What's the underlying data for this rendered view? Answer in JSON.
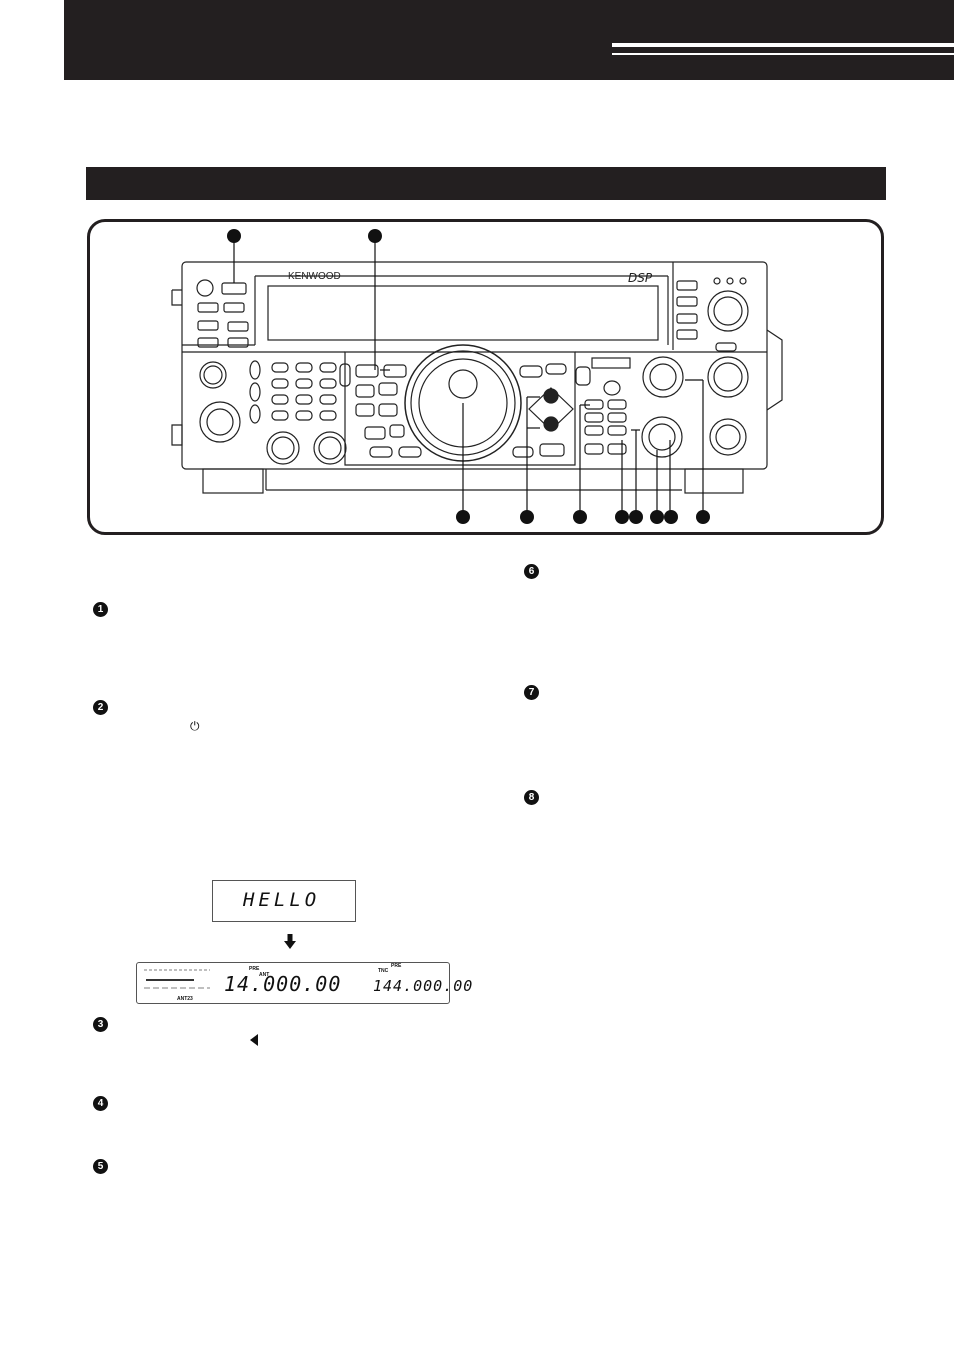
{
  "radio_labels": {
    "brand": "KENWOOD",
    "dsp": "DSP"
  },
  "lcd_hello": {
    "text": "HELLO"
  },
  "lcd_main": {
    "freq_main": "14.000.00",
    "freq_sub": "144.000.00",
    "label_ant": "ANT23",
    "label_pre1": "PRE",
    "label_pre2": "PRE",
    "label_tnc": "TNC",
    "label_ant2": "ANT"
  },
  "bullets": [
    "1",
    "2",
    "3",
    "4",
    "5",
    "6",
    "7",
    "8"
  ],
  "icons": {
    "power": "power-icon",
    "arrow_down": "down-arrow-icon",
    "triangle_left": "left-triangle-icon"
  }
}
